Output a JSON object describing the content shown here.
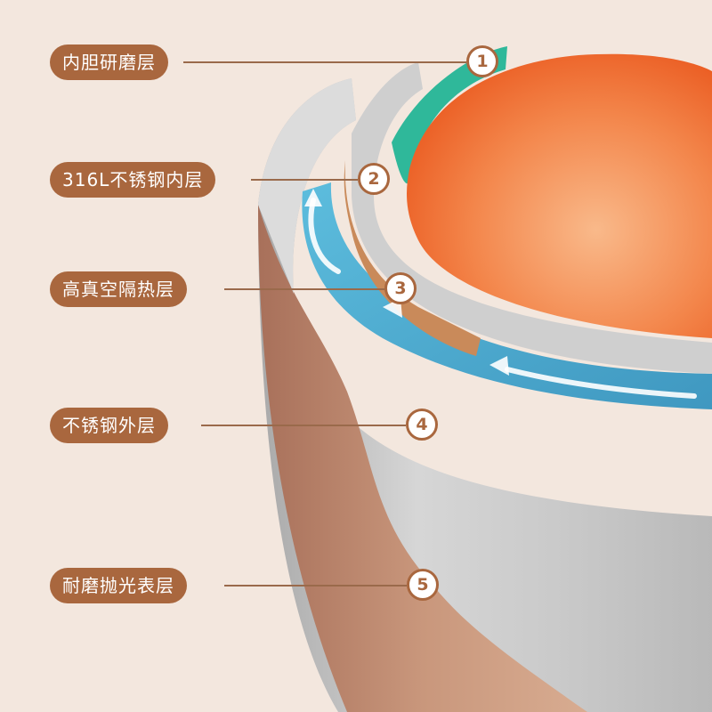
{
  "layers": [
    {
      "number": "1",
      "label": "内胆研磨层"
    },
    {
      "number": "2",
      "label": "316L不锈钢内层"
    },
    {
      "number": "3",
      "label": "高真空隔热层"
    },
    {
      "number": "4",
      "label": "不锈钢外层"
    },
    {
      "number": "5",
      "label": "耐磨抛光表层"
    }
  ],
  "colors": {
    "background": "#f3e7de",
    "label_fill": "#a9673e",
    "badge_stroke": "#a9673e",
    "inner_grind_layer": "#2fb89a",
    "copper_layer": "#c98a5a",
    "vacuum_layer": "#3aa7d4",
    "steel": "#c9c9c9",
    "outer_shell": "#b98468",
    "content_orange": "#f06a20"
  },
  "icons": [
    "flow-arrow-icon"
  ]
}
